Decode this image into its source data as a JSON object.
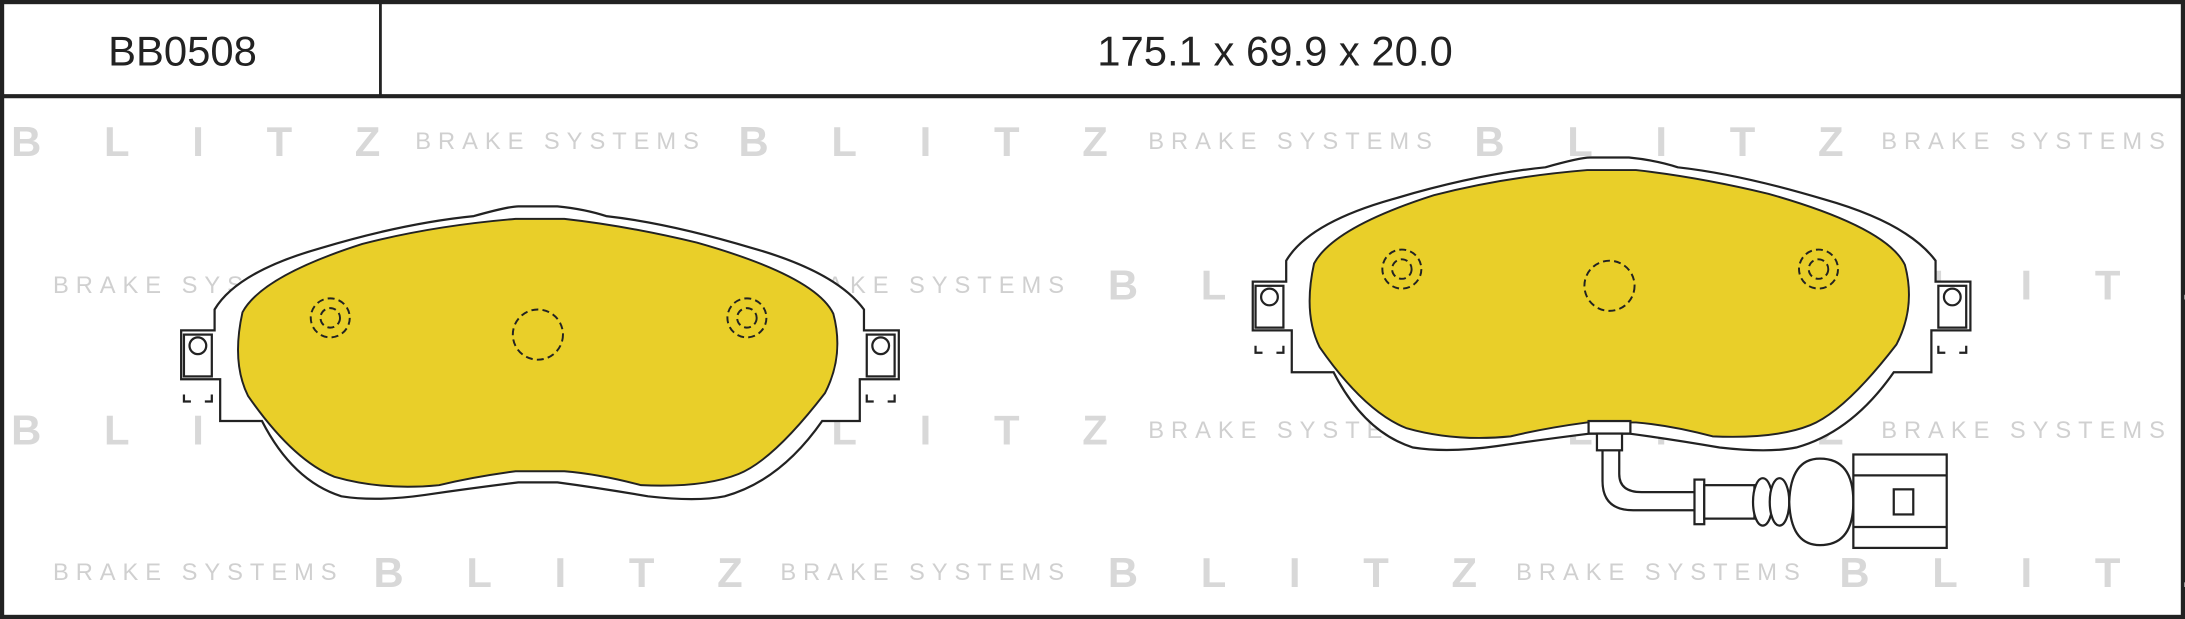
{
  "header": {
    "part_number": "BB0508",
    "dimensions": "175.1 x 69.9 x 20.0"
  },
  "watermark": {
    "brand": "BLITZ",
    "tagline": "BRAKE SYSTEMS"
  },
  "colors": {
    "friction": "#E9CF29",
    "outline": "#222222",
    "watermark": "#D8D8D8"
  }
}
